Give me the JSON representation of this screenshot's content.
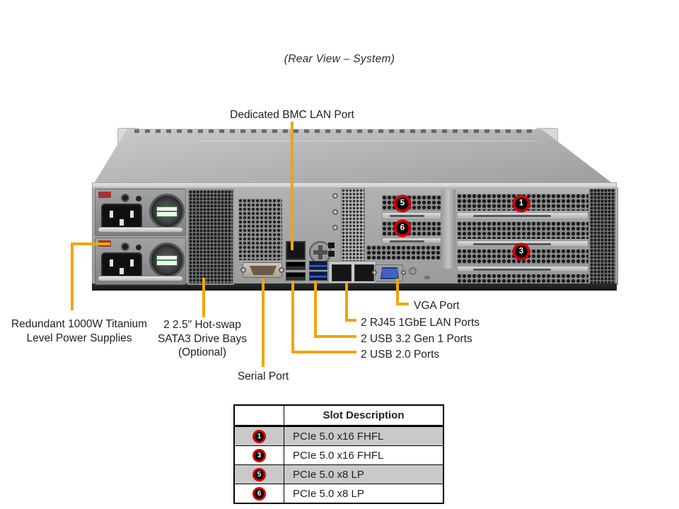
{
  "title": "(Rear View – System)",
  "callouts": {
    "bmc": {
      "label": "Dedicated BMC LAN Port"
    },
    "psu": {
      "line1": "Redundant 1000W Titanium",
      "line2": "Level Power Supplies"
    },
    "bays": {
      "line1": "2 2.5\" Hot-swap",
      "line2": "SATA3 Drive Bays",
      "line3": "(Optional)"
    },
    "serial": {
      "label": "Serial Port"
    },
    "vga": {
      "label": "VGA Port"
    },
    "lan": {
      "label": "2 RJ45 1GbE LAN Ports"
    },
    "usb3": {
      "label": "2 USB 3.2 Gen 1 Ports"
    },
    "usb2": {
      "label": "2 USB 2.0 Ports"
    }
  },
  "badges": {
    "slot1": "1",
    "slot3": "3",
    "slot5": "5",
    "slot6": "6"
  },
  "table": {
    "header": "Slot Description",
    "rows": [
      {
        "slot": "1",
        "desc": "PCIe 5.0 x16 FHFL"
      },
      {
        "slot": "3",
        "desc": "PCIe 5.0 x16 FHFL"
      },
      {
        "slot": "5",
        "desc": "PCIe 5.0 x8 LP"
      },
      {
        "slot": "6",
        "desc": "PCIe 5.0 x8 LP"
      }
    ]
  },
  "colors": {
    "callout_line": "#F1A40B",
    "badge_ring": "#D40000",
    "shaded_row": "#C9C9C9"
  }
}
